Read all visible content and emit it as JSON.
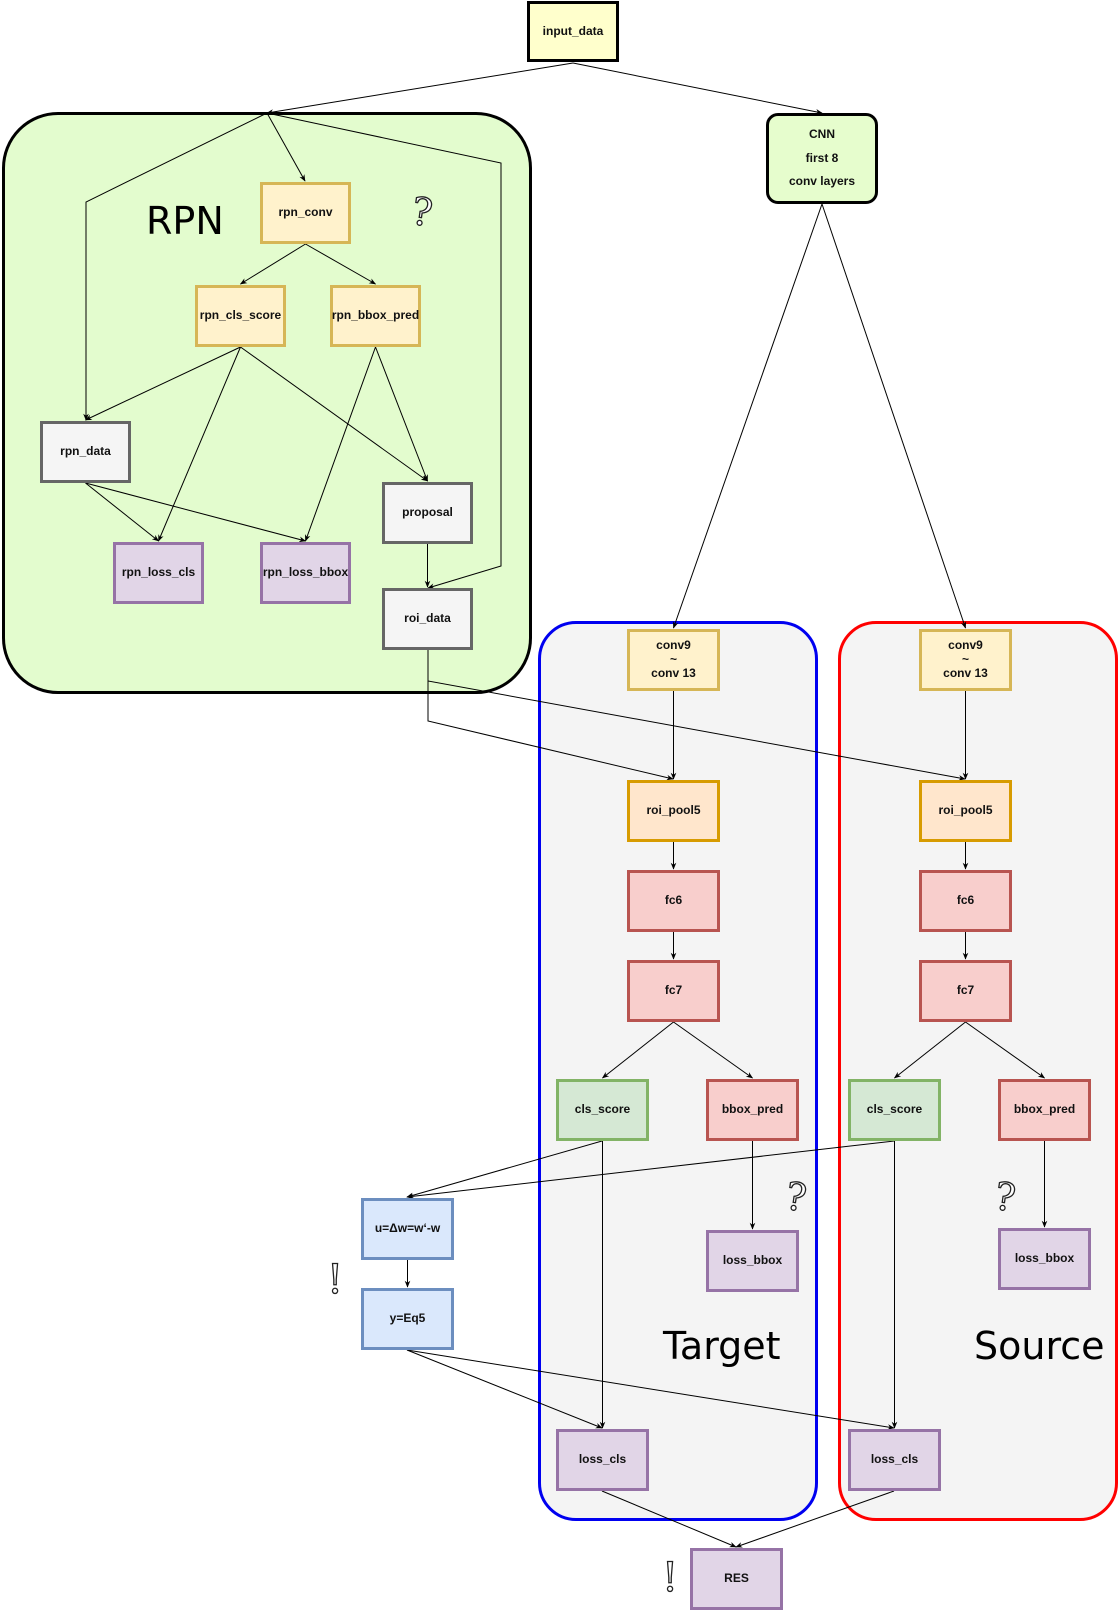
{
  "groups": {
    "rpn": {
      "label": "RPN",
      "border": "#000000",
      "fill": "#e3fcce"
    },
    "target": {
      "label": "Target",
      "border": "#0000f0",
      "fill": "#f4f4f4"
    },
    "source": {
      "label": "Source",
      "border": "#ff0000",
      "fill": "#f4f4f4"
    }
  },
  "nodes": {
    "input_data": {
      "lines": [
        "input_data"
      ]
    },
    "cnn": {
      "lines": [
        "CNN",
        "first 8",
        "conv layers"
      ]
    },
    "rpn_conv": {
      "lines": [
        "rpn_conv"
      ]
    },
    "rpn_cls_score": {
      "lines": [
        "rpn_cls_score"
      ]
    },
    "rpn_bbox_pred": {
      "lines": [
        "rpn_bbox_pred"
      ]
    },
    "rpn_data": {
      "lines": [
        "rpn_data"
      ]
    },
    "proposal": {
      "lines": [
        "proposal"
      ]
    },
    "rpn_loss_cls": {
      "lines": [
        "rpn_loss_cls"
      ]
    },
    "rpn_loss_bbox": {
      "lines": [
        "rpn_loss_bbox"
      ]
    },
    "roi_data": {
      "lines": [
        "roi_data"
      ]
    },
    "t_conv": {
      "lines": [
        "conv9",
        "~",
        "conv 13"
      ]
    },
    "t_roi_pool5": {
      "lines": [
        "roi_pool5"
      ]
    },
    "t_fc6": {
      "lines": [
        "fc6"
      ]
    },
    "t_fc7": {
      "lines": [
        "fc7"
      ]
    },
    "t_cls_score": {
      "lines": [
        "cls_score"
      ]
    },
    "t_bbox_pred": {
      "lines": [
        "bbox_pred"
      ]
    },
    "t_loss_bbox": {
      "lines": [
        "loss_bbox"
      ]
    },
    "t_loss_cls": {
      "lines": [
        "loss_cls"
      ]
    },
    "s_conv": {
      "lines": [
        "conv9",
        "~",
        "conv 13"
      ]
    },
    "s_roi_pool5": {
      "lines": [
        "roi_pool5"
      ]
    },
    "s_fc6": {
      "lines": [
        "fc6"
      ]
    },
    "s_fc7": {
      "lines": [
        "fc7"
      ]
    },
    "s_cls_score": {
      "lines": [
        "cls_score"
      ]
    },
    "s_bbox_pred": {
      "lines": [
        "bbox_pred"
      ]
    },
    "s_loss_bbox": {
      "lines": [
        "loss_bbox"
      ]
    },
    "s_loss_cls": {
      "lines": [
        "loss_cls"
      ]
    },
    "u_delta": {
      "lines": [
        "u=Δw=w‘-w"
      ]
    },
    "y_eq5": {
      "lines": [
        "y=Eq5"
      ]
    },
    "res": {
      "lines": [
        "RES"
      ]
    }
  },
  "marks": {
    "question": "?",
    "exclamation": "!"
  },
  "edges": [
    {
      "from": "input_data",
      "to": "rpn_group"
    },
    {
      "from": "input_data",
      "to": "cnn"
    },
    {
      "from": "rpn_group",
      "to": "rpn_conv"
    },
    {
      "from": "rpn_group",
      "to": "rpn_data"
    },
    {
      "from": "rpn_group",
      "to": "roi_data"
    },
    {
      "from": "rpn_conv",
      "to": "rpn_cls_score"
    },
    {
      "from": "rpn_conv",
      "to": "rpn_bbox_pred"
    },
    {
      "from": "rpn_cls_score",
      "to": "rpn_data"
    },
    {
      "from": "rpn_cls_score",
      "to": "rpn_loss_cls"
    },
    {
      "from": "rpn_cls_score",
      "to": "proposal"
    },
    {
      "from": "rpn_bbox_pred",
      "to": "rpn_loss_bbox"
    },
    {
      "from": "rpn_bbox_pred",
      "to": "proposal"
    },
    {
      "from": "rpn_data",
      "to": "rpn_loss_cls"
    },
    {
      "from": "rpn_data",
      "to": "rpn_loss_bbox"
    },
    {
      "from": "proposal",
      "to": "roi_data"
    },
    {
      "from": "cnn",
      "to": "t_conv"
    },
    {
      "from": "cnn",
      "to": "s_conv"
    },
    {
      "from": "roi_data",
      "to": "t_roi_pool5"
    },
    {
      "from": "roi_data",
      "to": "s_roi_pool5"
    },
    {
      "from": "t_conv",
      "to": "t_roi_pool5"
    },
    {
      "from": "t_roi_pool5",
      "to": "t_fc6"
    },
    {
      "from": "t_fc6",
      "to": "t_fc7"
    },
    {
      "from": "t_fc7",
      "to": "t_cls_score"
    },
    {
      "from": "t_fc7",
      "to": "t_bbox_pred"
    },
    {
      "from": "t_bbox_pred",
      "to": "t_loss_bbox"
    },
    {
      "from": "t_cls_score",
      "to": "t_loss_cls"
    },
    {
      "from": "t_cls_score",
      "to": "u_delta"
    },
    {
      "from": "s_conv",
      "to": "s_roi_pool5"
    },
    {
      "from": "s_roi_pool5",
      "to": "s_fc6"
    },
    {
      "from": "s_fc6",
      "to": "s_fc7"
    },
    {
      "from": "s_fc7",
      "to": "s_cls_score"
    },
    {
      "from": "s_fc7",
      "to": "s_bbox_pred"
    },
    {
      "from": "s_bbox_pred",
      "to": "s_loss_bbox"
    },
    {
      "from": "s_cls_score",
      "to": "s_loss_cls"
    },
    {
      "from": "s_cls_score",
      "to": "u_delta"
    },
    {
      "from": "u_delta",
      "to": "y_eq5"
    },
    {
      "from": "y_eq5",
      "to": "t_loss_cls"
    },
    {
      "from": "y_eq5",
      "to": "s_loss_cls"
    },
    {
      "from": "t_loss_cls",
      "to": "res"
    },
    {
      "from": "s_loss_cls",
      "to": "res"
    }
  ]
}
